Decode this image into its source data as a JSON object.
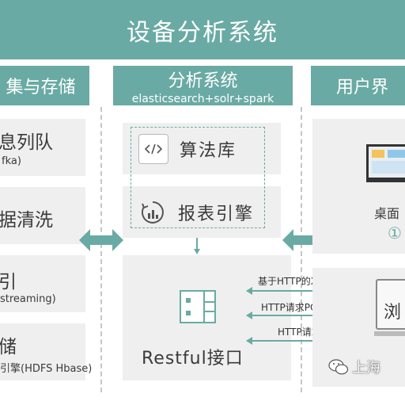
{
  "header": {
    "title": "设备分析系统"
  },
  "columns": {
    "left": {
      "title": "集与存储"
    },
    "middle": {
      "title": "分析系统",
      "subtitle": "elasticsearch+solr+spark"
    },
    "right": {
      "title": "用户界"
    }
  },
  "left_items": [
    {
      "title": "息列队",
      "sub": "fka)"
    },
    {
      "title": "据清洗",
      "sub": ""
    },
    {
      "title": "引",
      "sub": "streaming)"
    },
    {
      "title": "储",
      "sub": "引擎(HDFS Hbase)"
    }
  ],
  "middle_items": [
    {
      "label": "算法库",
      "icon": "code-icon"
    },
    {
      "label": "报表引擎",
      "icon": "report-chart-icon"
    }
  ],
  "restful": {
    "label": "Restful接口"
  },
  "arrows": [
    {
      "label": "基于HTTP的XML请求"
    },
    {
      "label": "HTTP请求POST/GET"
    },
    {
      "label": "HTTP请求"
    }
  ],
  "right_items": {
    "desktop": {
      "label": "桌面",
      "number": "①"
    },
    "browser": {
      "label": "浏"
    }
  },
  "watermark": {
    "text": "上海"
  },
  "colors": {
    "accent": "#6aaaa4",
    "box": "#efefef"
  }
}
